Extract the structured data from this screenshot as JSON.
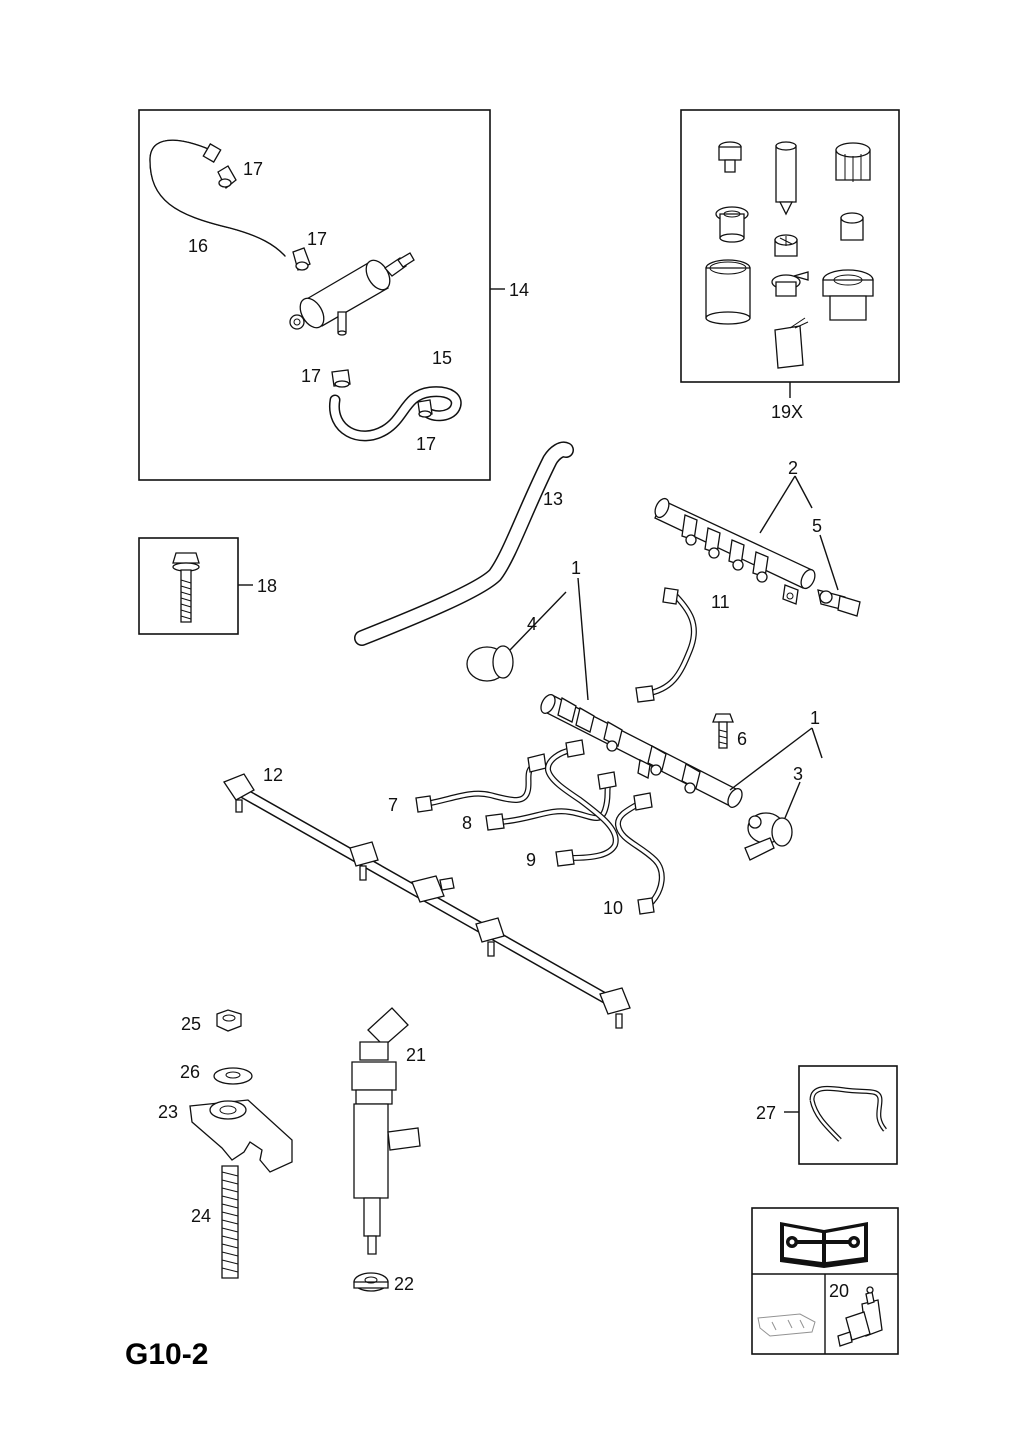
{
  "diagram_code": "G10-2",
  "callouts": {
    "c1a": "1",
    "c1b": "1",
    "c2": "2",
    "c3": "3",
    "c4": "4",
    "c5": "5",
    "c6": "6",
    "c7": "7",
    "c8": "8",
    "c9": "9",
    "c10": "10",
    "c11": "11",
    "c12": "12",
    "c13": "13",
    "c14": "14",
    "c15": "15",
    "c16": "16",
    "c17a": "17",
    "c17b": "17",
    "c17c": "17",
    "c17d": "17",
    "c18": "18",
    "c19x": "19X",
    "c20": "20",
    "c21": "21",
    "c22": "22",
    "c23": "23",
    "c24": "24",
    "c25": "25",
    "c26": "26",
    "c27": "27"
  }
}
